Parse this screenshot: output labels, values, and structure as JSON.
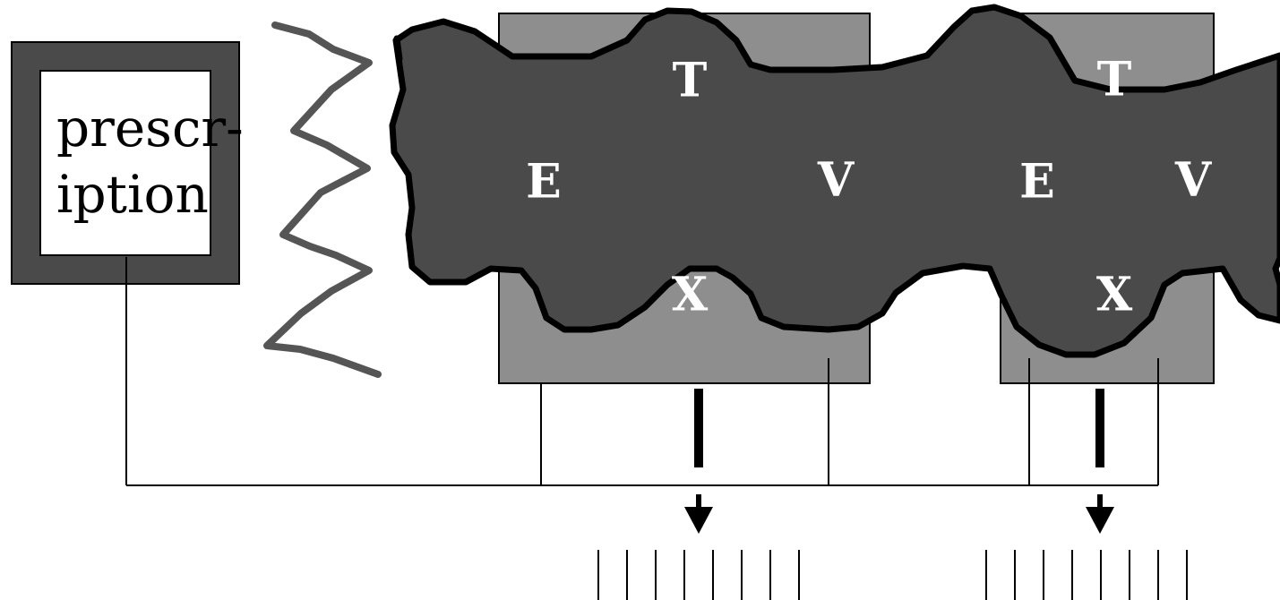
{
  "prescription": {
    "line1": "prescr-",
    "line2": "iption"
  },
  "block1": {
    "top": "T",
    "left": "E",
    "right": "V",
    "bottom": "X"
  },
  "block2": {
    "top": "T",
    "left": "E",
    "right": "V",
    "bottom": "X"
  },
  "colors": {
    "blob": "#4a4a4a",
    "box_gray": "#8e8e8e",
    "frame_dark": "#4a4a4a",
    "zigzag": "#555555"
  }
}
